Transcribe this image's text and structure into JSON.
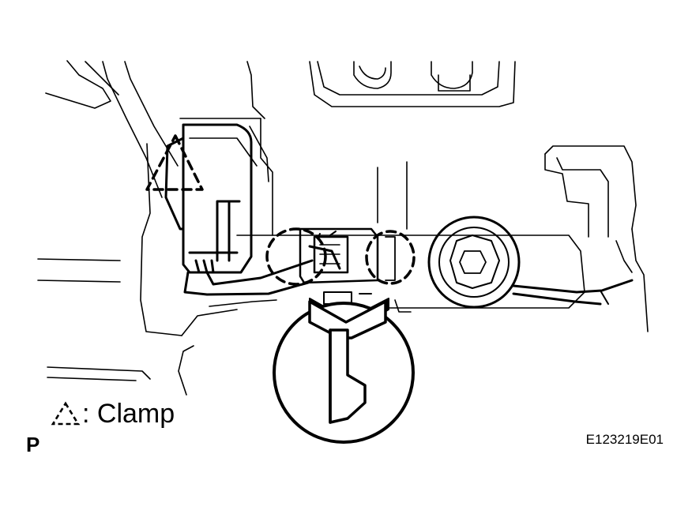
{
  "legend": {
    "icon": "dashed-triangle-clamp-icon",
    "text": ": Clamp"
  },
  "view_letter": "P",
  "figure_code": "E123219E01",
  "colors": {
    "line": "#000000",
    "background": "#ffffff"
  }
}
